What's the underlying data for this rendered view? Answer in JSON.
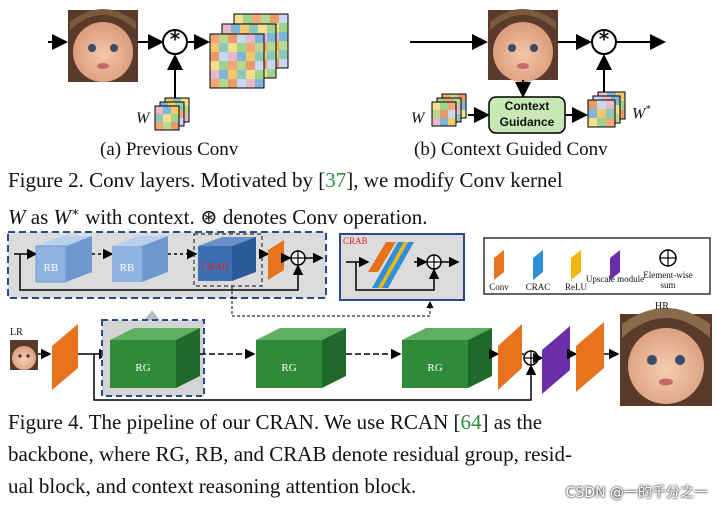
{
  "fig2": {
    "sub_a": "(a)  Previous Conv",
    "sub_b": "(b)  Context Guided Conv",
    "w_label": "W",
    "wstar_label": "W",
    "wstar_sup": "*",
    "guidance_line1": "Context",
    "guidance_line2": "Guidance",
    "conv_op_symbol": "*",
    "caption_line1_a": "Figure 2. Conv layers. Motivated by [",
    "caption_line1_ref": "37",
    "caption_line1_b": "], we modify Conv kernel",
    "caption_line2_a": "W",
    "caption_line2_b": " as ",
    "caption_line2_c": "W",
    "caption_line2_sup": "∗",
    "caption_line2_d": " with context. ⊛ denotes Conv operation."
  },
  "fig4": {
    "rb1": "RB",
    "rb2": "RB",
    "crab_block": "CRAB",
    "crab_inset": "CRAB",
    "rg1": "RG",
    "rg2": "RG",
    "rg3": "RG",
    "lr_label": "LR",
    "hr_label": "HR",
    "legend": {
      "conv": "Conv",
      "crac": "CRAC",
      "relu": "ReLU",
      "upscale": "Upscale module",
      "sum": "Element-wise sum"
    },
    "caption_line1_a": "Figure 4. The pipeline of our CRAN. We use RCAN [",
    "caption_line1_ref": "64",
    "caption_line1_b": "] as the",
    "caption_line2": "backbone, where RG, RB, and CRAB denote residual group, resid-",
    "caption_line3": "ual block, and context reasoning attention block."
  },
  "watermark": "CSDN @一的千分之一",
  "colors": {
    "rb_fill": "#8fb4e3",
    "crab_fill": "#3c6fb4",
    "rg_fill": "#2f8a3a",
    "conv_orange": "#e8731f",
    "crac_blue": "#2f8ed8",
    "relu_yellow": "#f2b705",
    "upscale_purple": "#6a2fa8",
    "guidance_green": "#c7e7b4",
    "ref_green": "#2e8b3e"
  }
}
